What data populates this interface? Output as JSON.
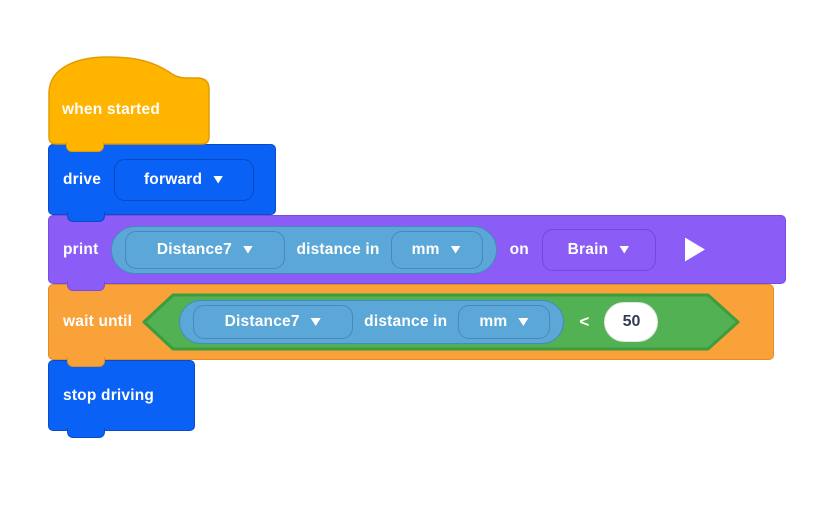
{
  "colors": {
    "event_block": "#FFB400",
    "event_border": "#E09D00",
    "drivetrain_block": "#0A61F5",
    "drivetrain_border": "#0A4CC8",
    "print_block": "#8B5CF6",
    "print_border": "#7A4BE4",
    "sensing_reporter": "#5BA8D8",
    "sensing_border": "#4689BC",
    "control_block": "#F9A23A",
    "control_border": "#E08E22",
    "boolean_hexagon": "#52B152",
    "boolean_border": "#3D9C3D",
    "block_text": "#FFFFFF",
    "value_text": "#333B52"
  },
  "blocks": {
    "when_started": {
      "label": "when started"
    },
    "drive": {
      "label": "drive",
      "direction": "forward"
    },
    "print": {
      "label": "print",
      "on": "on",
      "target": "Brain",
      "sensor": {
        "device": "Distance7",
        "property": "distance in",
        "unit": "mm"
      }
    },
    "wait_until": {
      "label": "wait until",
      "operator": "<",
      "value": "50",
      "sensor": {
        "device": "Distance7",
        "property": "distance in",
        "unit": "mm"
      }
    },
    "stop": {
      "label": "stop driving"
    }
  }
}
